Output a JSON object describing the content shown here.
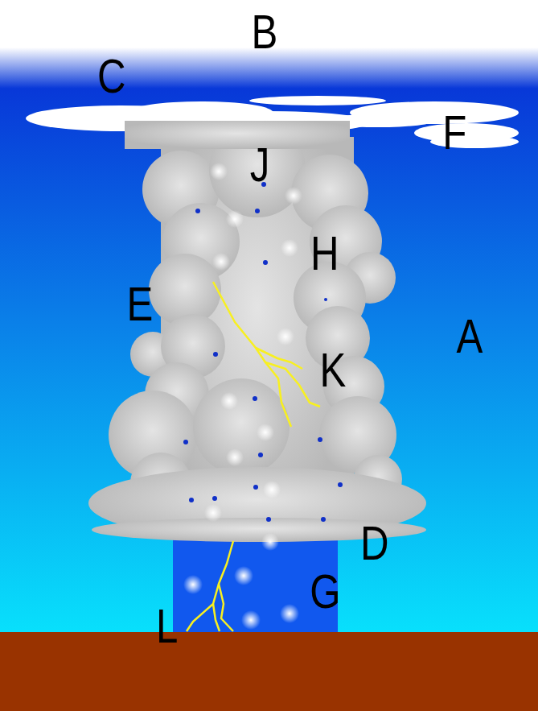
{
  "diagram": {
    "labels": [
      "B",
      "C",
      "J",
      "F",
      "H",
      "E",
      "A",
      "K",
      "D",
      "G",
      "L"
    ]
  }
}
